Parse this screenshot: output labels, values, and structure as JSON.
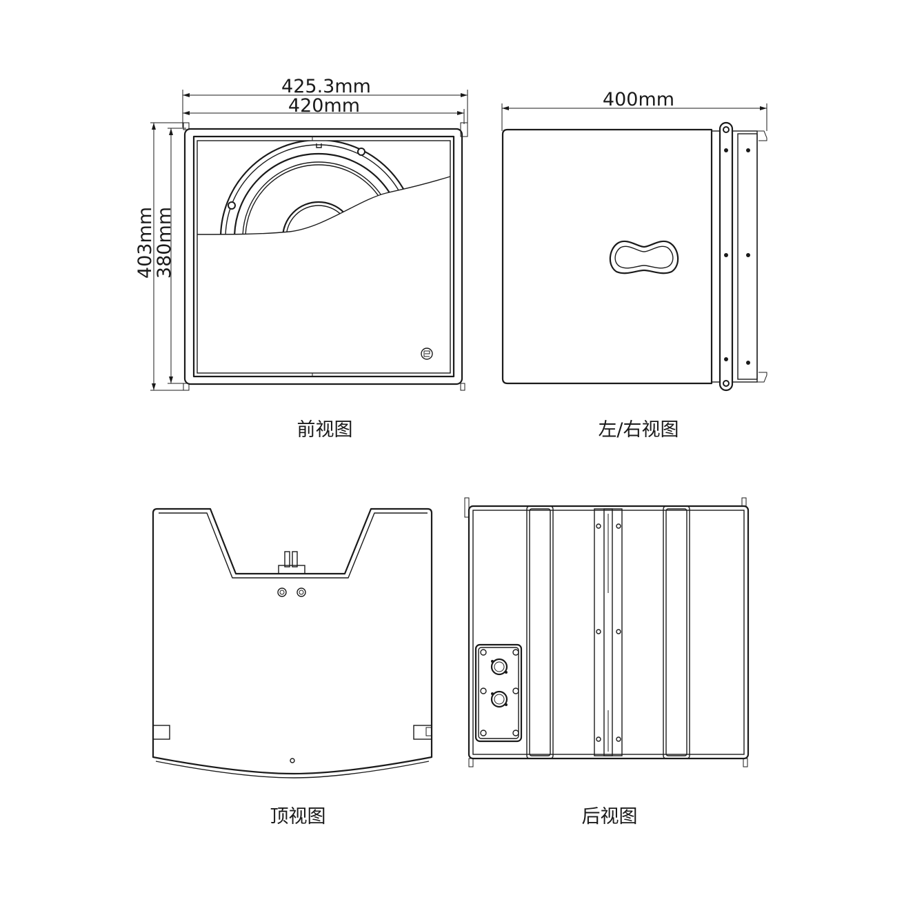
{
  "dimensions": {
    "front_outer_width": "425.3mm",
    "front_inner_width": "420mm",
    "front_outer_height": "403mm",
    "front_inner_height": "380mm",
    "side_depth": "400mm"
  },
  "captions": {
    "front": "前视图",
    "side": "左/右视图",
    "top": "顶视图",
    "back": "后视图"
  },
  "line_color": "#1a1a1a"
}
